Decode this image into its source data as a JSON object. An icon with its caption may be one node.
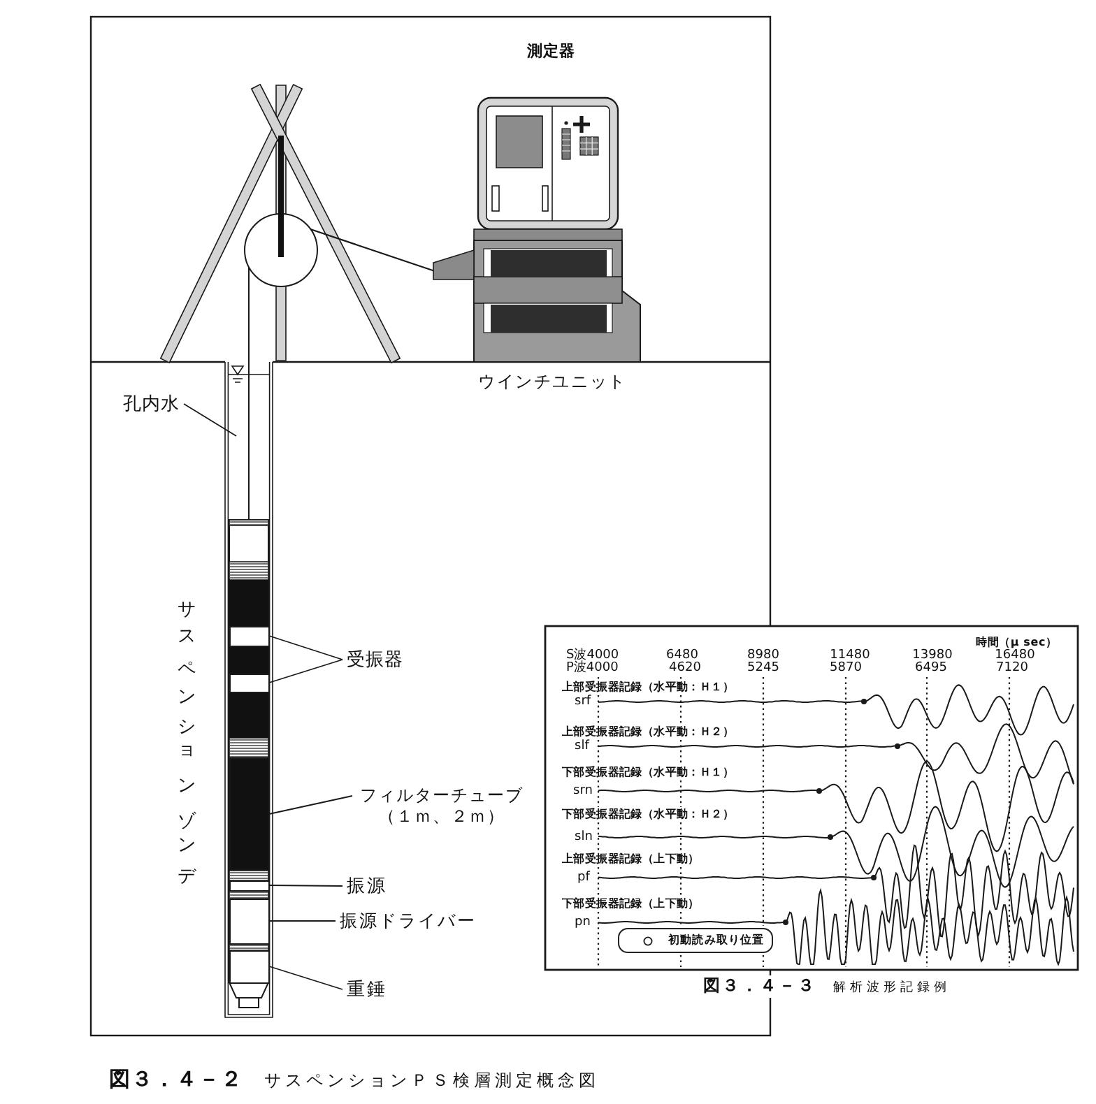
{
  "diagram": {
    "caption": "**図３．４－２**　サスペンションＰＳ検層測定概念図",
    "nodes": [
      {
        "text": [
          "孔内水"
        ]
      },
      {
        "text": [
          "受振器"
        ]
      },
      {
        "text": [],
        "shape": "box"
      },
      {
        "text": [],
        "shape": "box"
      },
      {
        "text": [
          "フィルターチューブ（１ｍ、２ｍ）"
        ]
      },
      {
        "text": [],
        "shape": "box"
      },
      {
        "text": [
          "振源"
        ]
      },
      {
        "text": [],
        "shape": "box"
      },
      {
        "text": [
          "振源ドライバー"
        ]
      },
      {
        "text": [],
        "shape": "box"
      },
      {
        "text": [
          "重錘"
        ]
      },
      {
        "text": [],
        "shape": "box"
      }
    ],
    "edges": [
      {
        "from": 0,
        "to": null,
        "arrow": "none"
      },
      {
        "from": 1,
        "to": 2,
        "arrow": "none"
      },
      {
        "from": 1,
        "to": 3,
        "arrow": "none"
      },
      {
        "from": 4,
        "to": 5,
        "arrow": "none"
      },
      {
        "from": 6,
        "to": 7,
        "arrow": "none"
      },
      {
        "from": 8,
        "to": 9,
        "arrow": "none"
      },
      {
        "from": 10,
        "to": 11,
        "arrow": "none"
      }
    ],
    "labels": [
      "測定器",
      "ウインチユニット",
      "サスペンションゾンデ",
      "時間（μ sec）",
      "S波4000",
      "6480",
      "8980",
      "11480",
      "13980",
      "16480",
      "P波4000",
      "4620",
      "5245",
      "5870",
      "6495",
      "7120",
      "上部受振器記録（水平動：Ｈ１）",
      "srf",
      "上部受振器記録（水平動：Ｈ２）",
      "slf",
      "下部受振器記録（水平動：Ｈ１）",
      "srn",
      "下部受振器記録（水平動：Ｈ２）",
      "sln",
      "上部受振器記録（上下動）",
      "pf",
      "下部受振器記録（上下動）",
      "pn",
      "**図３．４－３**　解析波形記録例"
    ],
    "legend": [
      {
        "text": "初動読み取り位置"
      }
    ]
  }
}
